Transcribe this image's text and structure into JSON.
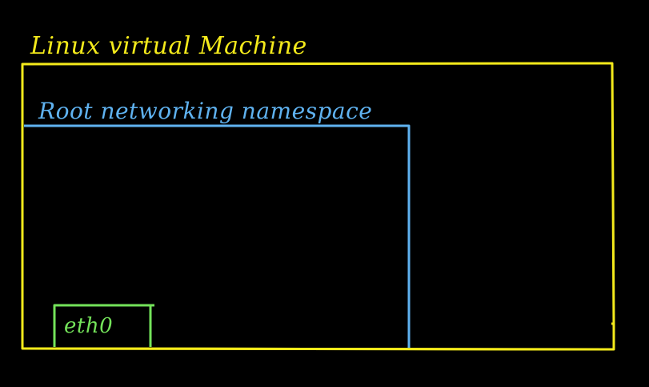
{
  "diagram": {
    "vm": {
      "label": "Linux virtual Machine",
      "color": "#F4EA1B"
    },
    "root_namespace": {
      "label": "Root networking namespace",
      "color": "#5FB2F0"
    },
    "interface": {
      "label": "eth0",
      "color": "#74E35A"
    }
  }
}
